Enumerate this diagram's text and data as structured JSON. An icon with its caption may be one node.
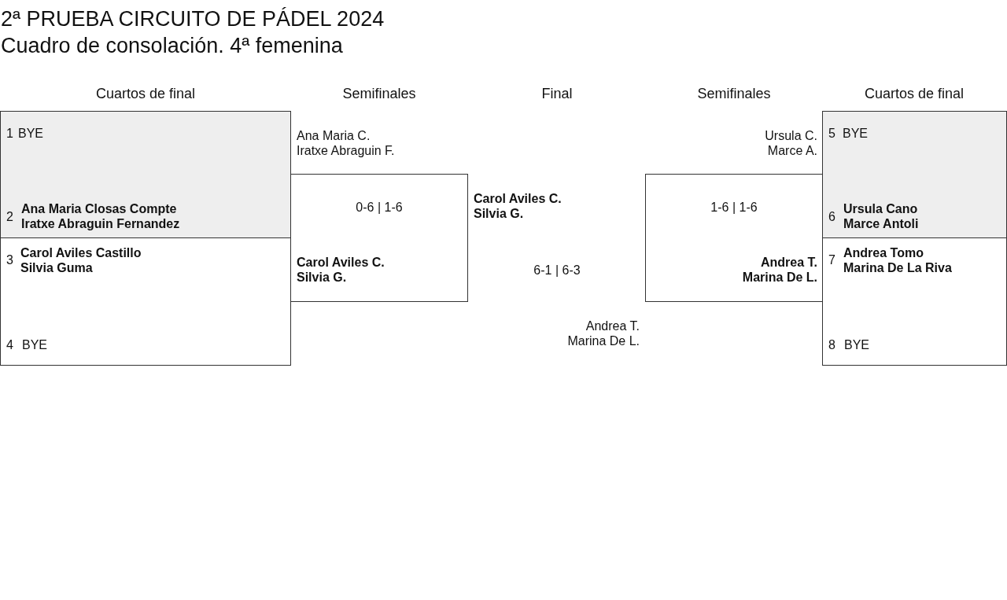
{
  "diagram": {
    "title": "2ª PRUEBA CIRCUITO DE PÁDEL 2024",
    "nodes": [
      {
        "text": [
          "1",
          "BYE",
          "2",
          "Ana Maria Closas Compte",
          "Iratxe Abraguin Fernandez"
        ]
      },
      {
        "text": [
          "3",
          "Carol Aviles Castillo",
          "Silvia Guma",
          "4",
          "BYE"
        ]
      },
      {
        "text": [
          "0-6 | 1-6",
          "Carol Aviles C.",
          "Silvia G."
        ],
        "beside": [
          "Ana Maria C.",
          "Iratxe Abraguin F."
        ]
      },
      {
        "text": [
          "1-6 | 1-6",
          "Andrea T.",
          "Marina De L."
        ],
        "beside": [
          "Ursula C.",
          "Marce A."
        ]
      },
      {
        "text": [
          "5",
          "BYE",
          "6",
          "Ursula Cano",
          "Marce Antoli"
        ]
      },
      {
        "text": [
          "7",
          "Andrea Tomo",
          "Marina De La Riva",
          "8",
          "BYE"
        ]
      }
    ],
    "labels": [
      "Cuadro de consolación. 4ª femenina",
      "Cuartos de final",
      "Semifinales",
      "Final",
      "Semifinales",
      "Cuartos de final",
      "Carol Aviles C.",
      "Silvia G.",
      "6-1 | 6-3",
      "Andrea T.",
      "Marina De L."
    ]
  }
}
